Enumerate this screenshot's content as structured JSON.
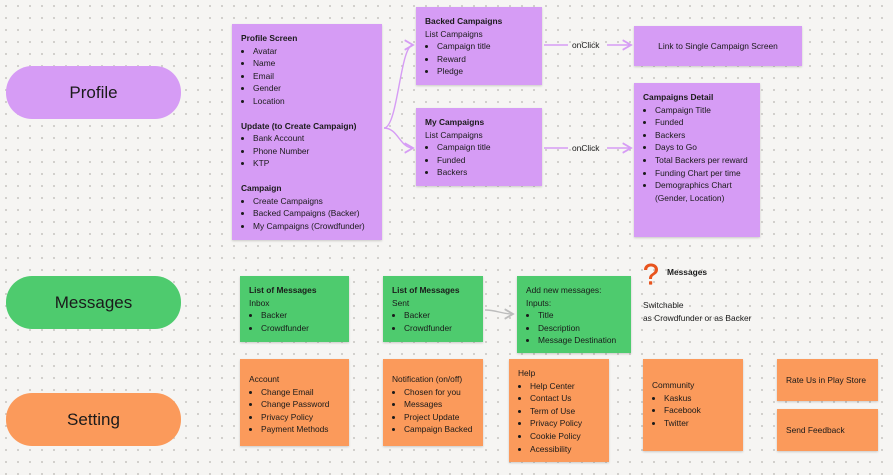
{
  "sections": {
    "profile": "Profile",
    "messages": "Messages",
    "setting": "Setting"
  },
  "profile_screen": {
    "title": "Profile Screen",
    "items": [
      "Avatar",
      "Name",
      "Email",
      "Gender",
      "Location"
    ],
    "update_title": "Update (to Create Campaign)",
    "update_items": [
      "Bank Account",
      "Phone Number",
      "KTP"
    ],
    "campaign_title": "Campaign",
    "campaign_items": [
      "Create Campaigns",
      "Backed Campaigns (Backer)",
      "My Campaigns (Crowdfunder)"
    ]
  },
  "backed_campaigns": {
    "title": "Backed Campaigns",
    "subtitle": "List Campaigns",
    "items": [
      "Campaign title",
      "Reward",
      "Pledge"
    ]
  },
  "my_campaigns": {
    "title": "My Campaigns",
    "subtitle": "List Campaigns",
    "items": [
      "Campaign title",
      "Funded",
      "Backers"
    ]
  },
  "link_single": "Link to Single Campaign Screen",
  "campaigns_detail": {
    "title": "Campaigns Detail",
    "items": [
      "Campaign Title",
      "Funded",
      "Backers",
      "Days to Go",
      "Total Backers per reward",
      "Funding Chart per time",
      "Demographics Chart (Gender, Location)"
    ]
  },
  "onclick_1": "onClick",
  "onclick_2": "onClick",
  "messages_inbox": {
    "title": "List of Messages",
    "subtitle": "Inbox",
    "items": [
      "Backer",
      "Crowdfunder"
    ]
  },
  "messages_sent": {
    "title": "List of Messages",
    "subtitle": "Sent",
    "items": [
      "Backer",
      "Crowdfunder"
    ]
  },
  "add_message": {
    "title": "Add new messages:",
    "subtitle": "Inputs:",
    "items": [
      "Title",
      "Description",
      "Message Destination"
    ]
  },
  "note": {
    "icon_label": "Messages",
    "line1": "Switchable",
    "line2": "as Crowdfunder or as Backer"
  },
  "account": {
    "title": "Account",
    "items": [
      "Change Email",
      "Change Password",
      "Privacy Policy",
      "Payment Methods"
    ]
  },
  "notification": {
    "title": "Notification (on/off)",
    "items": [
      "Chosen for you",
      "Messages",
      "Project Update",
      "Campaign Backed"
    ]
  },
  "help": {
    "title": "Help",
    "items": [
      "Help Center",
      "Contact Us",
      "Term of Use",
      "Privacy Policy",
      "Cookie Policy",
      "Acessibility"
    ]
  },
  "community": {
    "title": "Community",
    "items": [
      "Kaskus",
      "Facebook",
      "Twitter"
    ]
  },
  "rate_us": "Rate Us in Play Store",
  "send_feedback": "Send Feedback",
  "colors": {
    "purple": "#d69cf5",
    "green": "#4ecb6e",
    "orange": "#fb9a5b",
    "connector": "#d69cf5",
    "question_icon": "#e8541e"
  }
}
